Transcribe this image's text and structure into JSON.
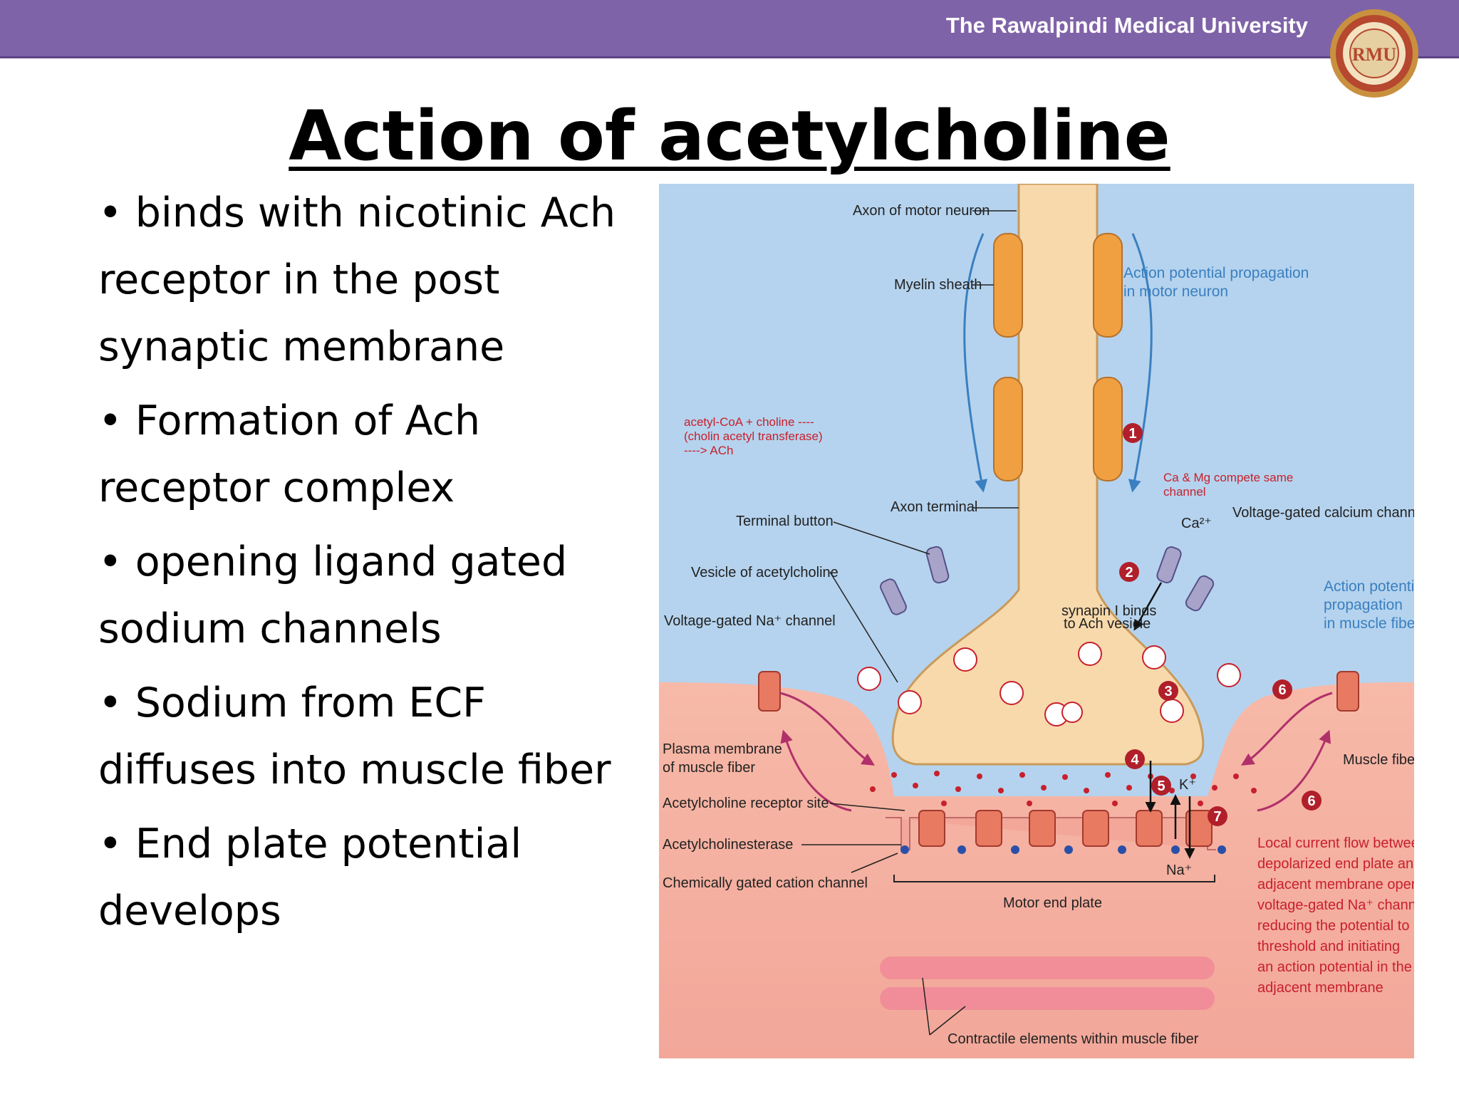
{
  "header": {
    "title": "The Rawalpindi Medical University"
  },
  "logo": {
    "initials": "RMU"
  },
  "slide": {
    "title": "Action of acetylcholine"
  },
  "bullets": [
    "• binds with nicotinic Ach receptor in the post synaptic membrane",
    "• Formation of Ach receptor complex",
    "• opening ligand gated sodium channels",
    "• Sodium from ECF diffuses into muscle fiber",
    "• End plate potential develops"
  ],
  "diagram": {
    "axon": "Axon of motor neuron",
    "myelin": "Myelin sheath",
    "ap_neuron_1": "Action potential propagation",
    "ap_neuron_2": "in motor neuron",
    "synth_1": "acetyl-CoA + choline ----",
    "synth_2": "(cholin acetyl transferase)",
    "synth_3": "----> ACh",
    "ca_mg_1": "Ca & Mg compete same",
    "ca_mg_2": "channel",
    "axon_terminal": "Axon terminal",
    "terminal_button": "Terminal button",
    "ca_ion": "Ca²⁺",
    "vg_calcium": "Voltage-gated calcium channel",
    "vesicle": "Vesicle of acetylcholine",
    "vg_na": "Voltage-gated Na⁺ channel",
    "synapsin_1": "synapin I binds",
    "synapsin_2": "to Ach vesicle",
    "ap_fiber_1": "Action potential",
    "ap_fiber_2": "propagation",
    "ap_fiber_3": "in muscle fiber",
    "plasma_1": "Plasma membrane",
    "plasma_2": "of muscle fiber",
    "muscle_fiber": "Muscle fiber",
    "ach_receptor": "Acetylcholine receptor site",
    "k_ion": "K⁺",
    "acetylcholinesterase": "Acetylcholinesterase",
    "na_ion": "Na⁺",
    "chem_channel": "Chemically gated cation channel",
    "motor_end_plate": "Motor end plate",
    "local_1": "Local current flow between",
    "local_2": "depolarized end plate and",
    "local_3": "adjacent membrane opens",
    "local_4": "voltage-gated Na⁺ channels,",
    "local_5": "reducing the potential to",
    "local_6": "threshold and initiating",
    "local_7": "an action potential in the",
    "local_8": "adjacent membrane",
    "contractile": "Contractile elements within muscle fiber",
    "steps": [
      "1",
      "2",
      "3",
      "4",
      "5",
      "6",
      "6",
      "7"
    ]
  }
}
